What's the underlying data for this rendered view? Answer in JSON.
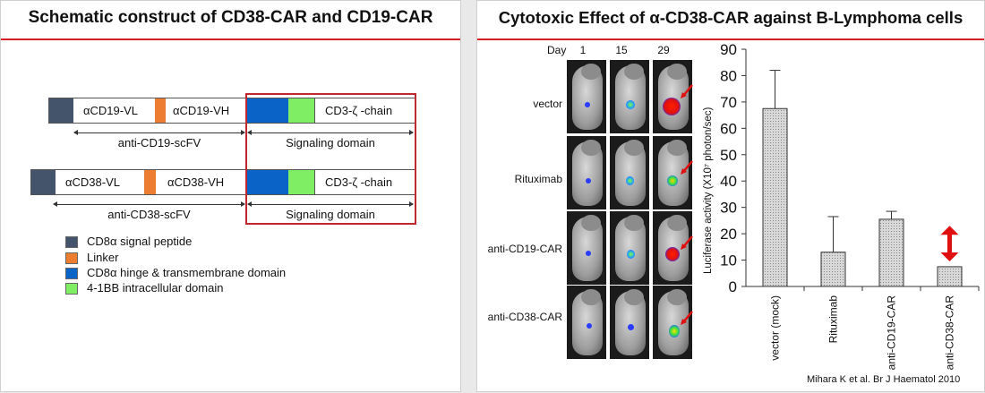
{
  "left": {
    "title": "Schematic construct of CD38-CAR and CD19-CAR",
    "cd19": {
      "vl": "αCD19-VL",
      "vh": "αCD19-VH",
      "chain": "CD3-ζ -chain",
      "scfv": "anti-CD19-scFV",
      "signaling": "Signaling domain"
    },
    "cd38": {
      "vl": "αCD38-VL",
      "vh": "αCD38-VH",
      "chain": "CD3-ζ -chain",
      "scfv": "anti-CD38-scFV",
      "signaling": "Signaling domain"
    },
    "legend": [
      {
        "label": "CD8α signal peptide",
        "color": "#44546a"
      },
      {
        "label": "Linker",
        "color": "#ed7d31"
      },
      {
        "label": "CD8α hinge & transmembrane domain",
        "color": "#0a64c8"
      },
      {
        "label": "4-1BB intracellular domain",
        "color": "#7fee64"
      }
    ],
    "colors": {
      "signal_peptide": "#44546a",
      "linker": "#ed7d31",
      "hinge": "#0a64c8",
      "bb": "#7fee64",
      "frame": "#c0262d"
    }
  },
  "right": {
    "title": "Cytotoxic Effect of α-CD38-CAR against B-Lymphoma cells",
    "day_label": "Day",
    "days": [
      "1",
      "15",
      "29"
    ],
    "rows": [
      "vector",
      "Rituximab",
      "anti-CD19-CAR",
      "anti-CD38-CAR"
    ],
    "citation": "Mihara K et al. Br J Haematol 2010"
  },
  "chart_data": {
    "type": "bar",
    "categories": [
      "vector (mock)",
      "Rituximab",
      "anti-CD19-CAR",
      "anti-CD38-CAR"
    ],
    "values": [
      67.5,
      13,
      25.5,
      7.5
    ],
    "error_plus": [
      14.5,
      13.5,
      3,
      0
    ],
    "ylabel": "Luciferase activity (X10⁷ photon/sec)",
    "ylim": [
      0,
      90
    ],
    "yticks": [
      "0",
      "10",
      "20",
      "30",
      "40",
      "50",
      "60",
      "70",
      "80",
      "90"
    ],
    "grid": false,
    "bar_fill": "hatched grey",
    "highlight_arrow_color": "#e01010"
  }
}
